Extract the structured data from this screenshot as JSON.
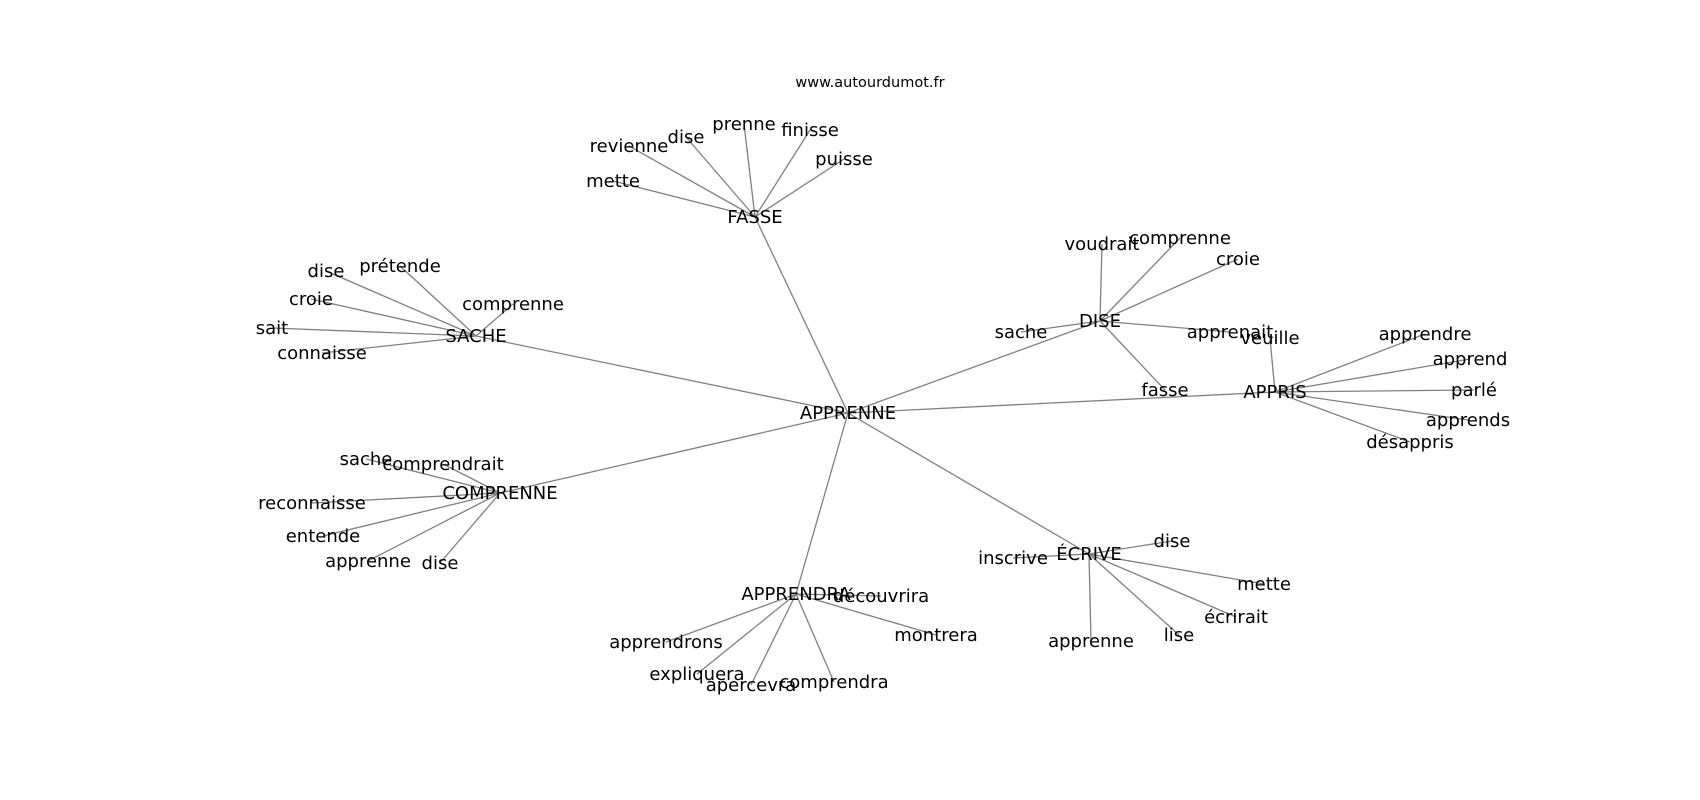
{
  "source": "www.autourdumot.fr",
  "graph": {
    "center": "APPRENNE",
    "clusters": [
      {
        "hub": "FASSE",
        "leaves": [
          "revienne",
          "dise",
          "prenne",
          "finisse",
          "puisse",
          "mette"
        ]
      },
      {
        "hub": "SACHE",
        "leaves": [
          "dise",
          "prétende",
          "croie",
          "comprenne",
          "sait",
          "connaisse"
        ]
      },
      {
        "hub": "DISE",
        "leaves": [
          "voudrait",
          "comprenne",
          "croie",
          "sache",
          "apprenait",
          "fasse"
        ]
      },
      {
        "hub": "APPRIS",
        "leaves": [
          "veuille",
          "apprendre",
          "apprend",
          "parlé",
          "apprends",
          "désappris"
        ]
      },
      {
        "hub": "COMPRENNE",
        "leaves": [
          "sache",
          "comprendrait",
          "reconnaisse",
          "entende",
          "apprenne",
          "dise"
        ]
      },
      {
        "hub": "ÉCRIVE",
        "leaves": [
          "dise",
          "inscrive",
          "mette",
          "écrirait",
          "lise",
          "apprenne"
        ]
      },
      {
        "hub": "APPRENDRA",
        "leaves": [
          "découvrira",
          "montrera",
          "apprendrons",
          "expliquera",
          "apercevra",
          "comprendra"
        ]
      }
    ]
  }
}
